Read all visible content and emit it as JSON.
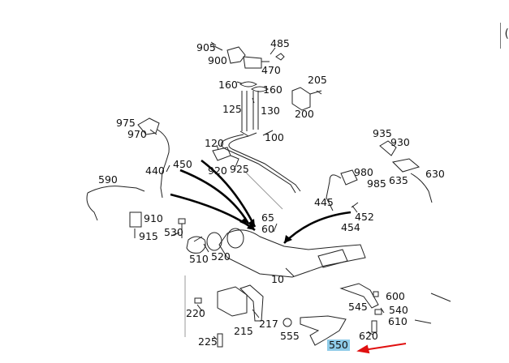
{
  "part_numbers": [
    "905",
    "485",
    "900",
    "470",
    "160",
    "160",
    "205",
    "125",
    "130",
    "200",
    "975",
    "970",
    "100",
    "935",
    "930",
    "120",
    "440",
    "450",
    "920",
    "925",
    "980",
    "630",
    "985",
    "635",
    "590",
    "445",
    "452",
    "454",
    "65",
    "60",
    "910",
    "915",
    "530",
    "510",
    "520",
    "10",
    "600",
    "545",
    "540",
    "610",
    "220",
    "217",
    "215",
    "555",
    "620",
    "225",
    "550"
  ],
  "highlighted_part": "550",
  "right_edge_glyph": "("
}
